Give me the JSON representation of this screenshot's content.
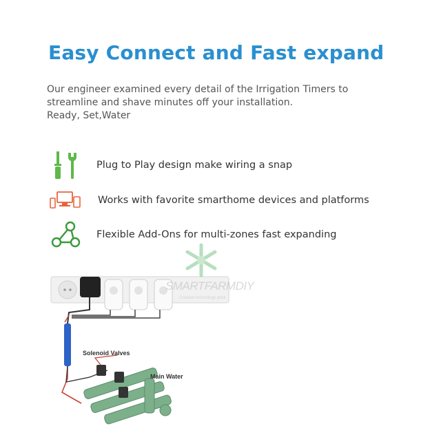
{
  "header": {
    "title": "Easy Connect and Fast expand"
  },
  "intro": {
    "line1": "Our engineer examined every detail of the Irrigation Timers to",
    "line2": "streamline and shave minutes off your installation.",
    "line3": "Ready, Set,Water"
  },
  "features": [
    {
      "label": "Plug to Play design make wiring a snap",
      "icon": "tools-icon",
      "color": "#5fb84a"
    },
    {
      "label": "Works with favorite smarthome devices and platforms",
      "icon": "devices-icon",
      "color": "#e8643c"
    },
    {
      "label": "Flexible Add-Ons for multi-zones fast expanding",
      "icon": "network-nodes-icon",
      "color": "#3a9a3a"
    }
  ],
  "diagram": {
    "solenoid_label": "Solenoid Valves",
    "main_water_label": "Main Water"
  },
  "watermark": {
    "brand": "SMARTFARMDIY",
    "tagline": "Creative technology plant"
  }
}
